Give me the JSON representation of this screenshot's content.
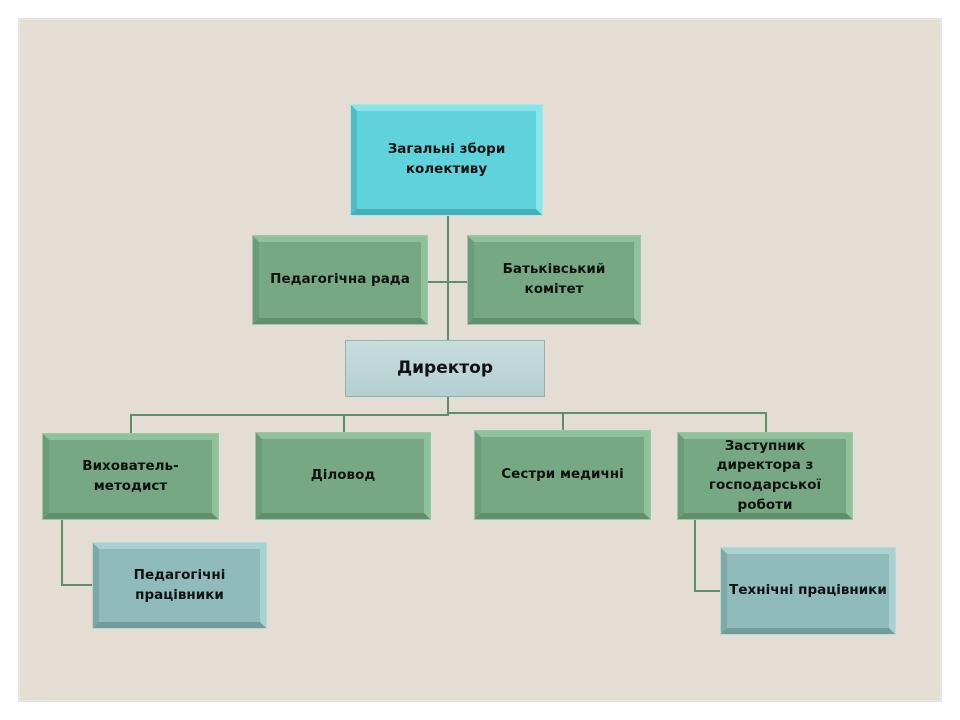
{
  "chart": {
    "title": "Organizational structure",
    "nodes": {
      "general_meeting": "Загальні збори колективу",
      "pedagogical_council": "Педагогічна рада",
      "parents_committee": "Батьківський комітет",
      "director": "Директор",
      "methodist": "Вихователь-методист",
      "clerk": "Діловод",
      "nurses": "Сестри медичні",
      "deputy_director": "Заступник директора з господарської роботи",
      "pedagogical_staff": "Педагогічні працівники",
      "technical_staff": "Технічні працівники"
    },
    "edges": [
      [
        "general_meeting",
        "director"
      ],
      [
        "pedagogical_council",
        "director"
      ],
      [
        "parents_committee",
        "director"
      ],
      [
        "director",
        "methodist"
      ],
      [
        "director",
        "clerk"
      ],
      [
        "director",
        "nurses"
      ],
      [
        "director",
        "deputy_director"
      ],
      [
        "methodist",
        "pedagogical_staff"
      ],
      [
        "deputy_director",
        "technical_staff"
      ]
    ]
  },
  "colors": {
    "background": "#e3ddd3",
    "top_box": "#5ed3dc",
    "green_box": "#76a983",
    "teal_box": "#8fbcba",
    "director_box": "#bcd6d6",
    "connector": "#5c8f6a"
  }
}
